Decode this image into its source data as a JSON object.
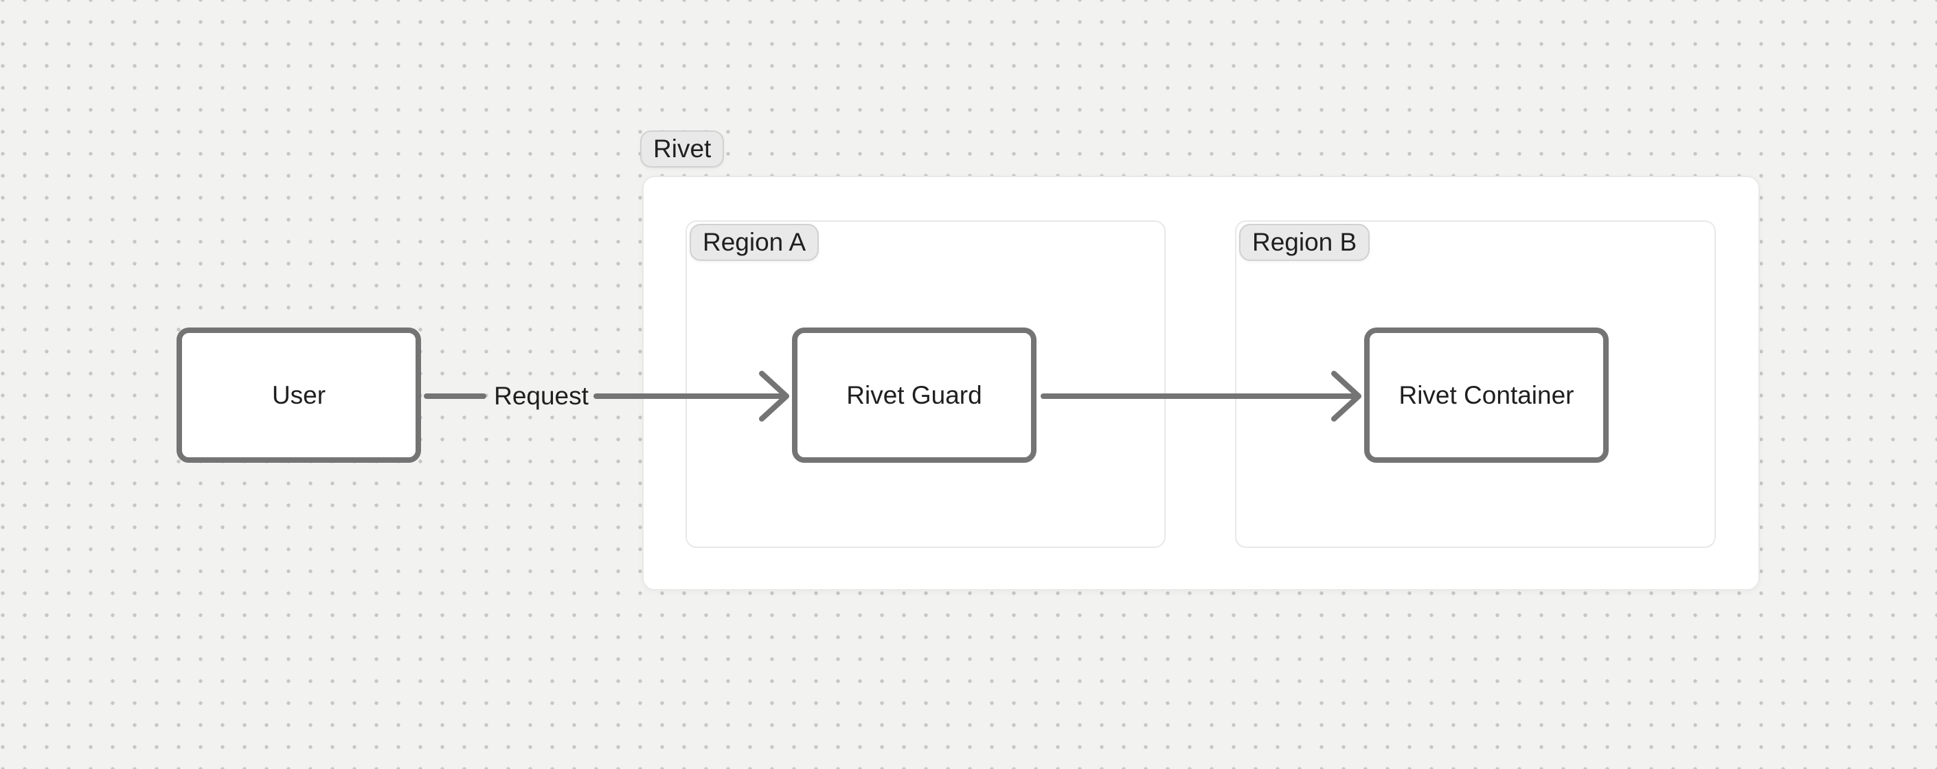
{
  "frames": {
    "rivet": {
      "label": "Rivet"
    },
    "region_a": {
      "label": "Region A"
    },
    "region_b": {
      "label": "Region B"
    }
  },
  "nodes": {
    "user": {
      "label": "User"
    },
    "rivet_guard": {
      "label": "Rivet Guard"
    },
    "rivet_container": {
      "label": "Rivet Container"
    }
  },
  "edges": {
    "user_to_rivet_guard": {
      "label": "Request"
    }
  },
  "colors": {
    "canvas_bg": "#f2f2f1",
    "grid_dot": "#c6c6c4",
    "frame_bg": "#ffffff",
    "frame_border": "#e8e8e7",
    "badge_bg": "#e9e9e9",
    "badge_border": "#d1d1d1",
    "node_bg": "#ffffff",
    "node_border": "#747474",
    "edge": "#747474",
    "text": "#1f1f1f"
  }
}
